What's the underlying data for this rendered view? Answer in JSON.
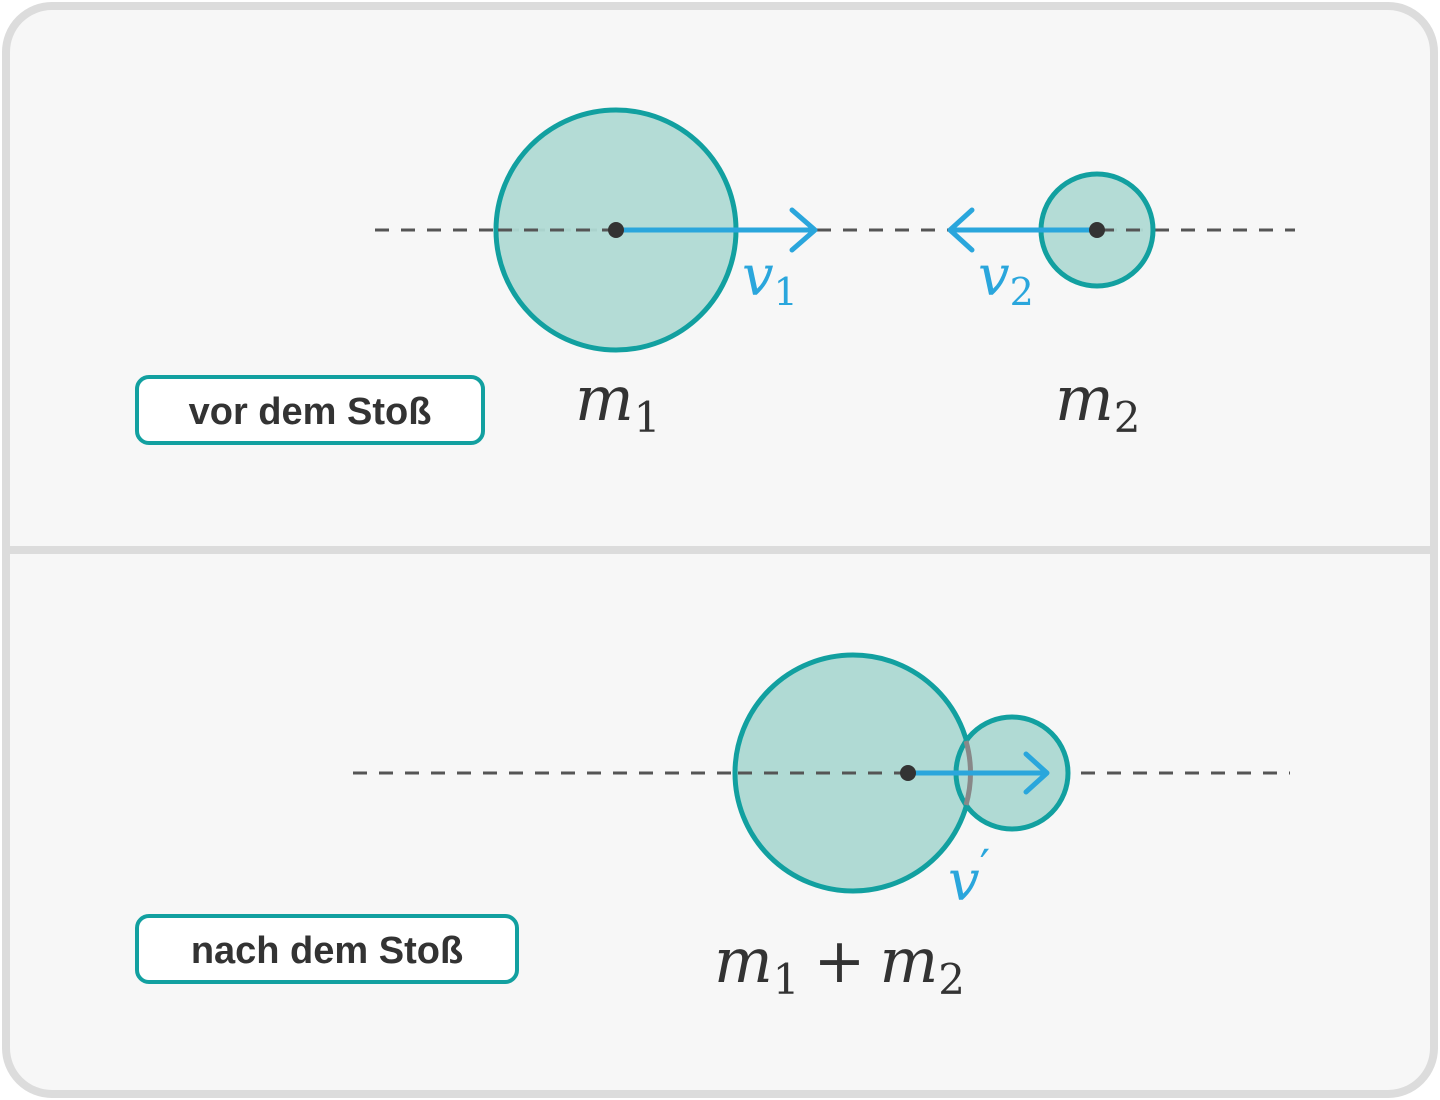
{
  "panels": {
    "before": {
      "label": "vor dem Stoß",
      "mass1": {
        "symbol": "m",
        "subscript": "1"
      },
      "mass2": {
        "symbol": "m",
        "subscript": "2"
      },
      "velocity1": {
        "symbol": "v",
        "subscript": "1"
      },
      "velocity2": {
        "symbol": "v",
        "subscript": "2"
      }
    },
    "after": {
      "label": "nach dem Stoß",
      "combined_mass": {
        "term1_symbol": "m",
        "term1_subscript": "1",
        "operator": "+",
        "term2_symbol": "m",
        "term2_subscript": "2"
      },
      "velocity": {
        "symbol": "v",
        "prime": "′"
      }
    }
  },
  "colors": {
    "panel_background": "#f7f7f7",
    "frame": "#dcdcdc",
    "ball_fill": "#b0dad4",
    "ball_stroke": "#12a0a0",
    "velocity_arrow": "#2aa6dc",
    "axis_line": "#555555",
    "center_dot": "#333333",
    "text": "#333333",
    "contact_arc": "#888888"
  }
}
